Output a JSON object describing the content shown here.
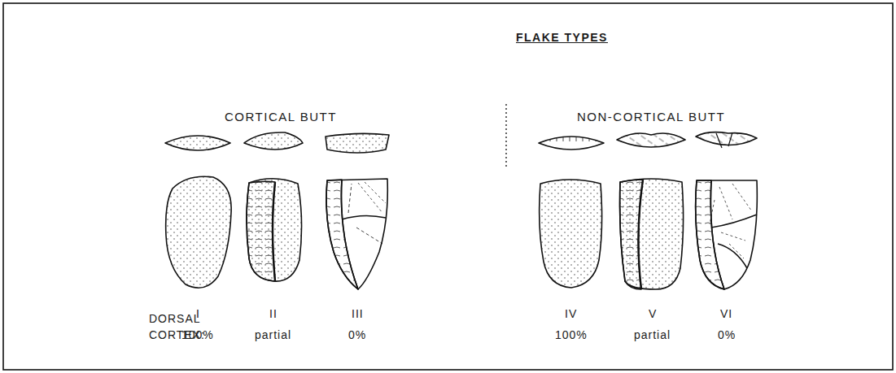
{
  "diagram": {
    "title": "FLAKE TYPES",
    "labels": [
      "CORTICAL BUTT",
      "NON-CORTICAL BUTT",
      "I",
      "II",
      "III",
      "IV",
      "V",
      "VI",
      "DORSAL CORTEX:",
      "100%",
      "partial",
      "0%",
      "100%",
      "partial",
      "0%"
    ]
  }
}
